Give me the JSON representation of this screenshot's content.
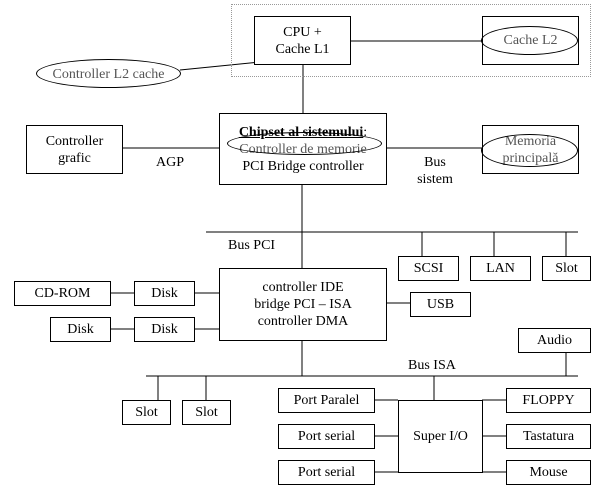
{
  "diagram": {
    "cpu": {
      "line1": "CPU +",
      "line2": "Cache L1"
    },
    "cache_l2": "Cache L2",
    "controller_l2": "Controller L2 cache",
    "chipset": {
      "title": "Chipset al sistemului",
      "title_suffix": ":",
      "line2": "Controller de memorie",
      "line3": "PCI Bridge controller"
    },
    "graphic": {
      "line1": "Controller",
      "line2": "grafic"
    },
    "agp": "AGP",
    "memory": {
      "line1": "Memoria",
      "line2": "principală"
    },
    "bus_sistem": {
      "line1": "Bus",
      "line2": "sistem"
    },
    "bus_pci": "Bus PCI",
    "pci_devices": [
      "SCSI",
      "LAN",
      "Slot"
    ],
    "ide": {
      "line1": "controller IDE",
      "line2": "bridge PCI – ISA",
      "line3": "controller DMA"
    },
    "usb": "USB",
    "cdrom": "CD-ROM",
    "disks": [
      "Disk",
      "Disk",
      "Disk"
    ],
    "bus_isa": "Bus ISA",
    "audio": "Audio",
    "isa_slots": [
      "Slot",
      "Slot"
    ],
    "super_io": "Super I/O",
    "left_ports": [
      "Port Paralel",
      "Port serial",
      "Port serial"
    ],
    "right_ports": [
      "FLOPPY",
      "Tastatura",
      "Mouse"
    ]
  }
}
